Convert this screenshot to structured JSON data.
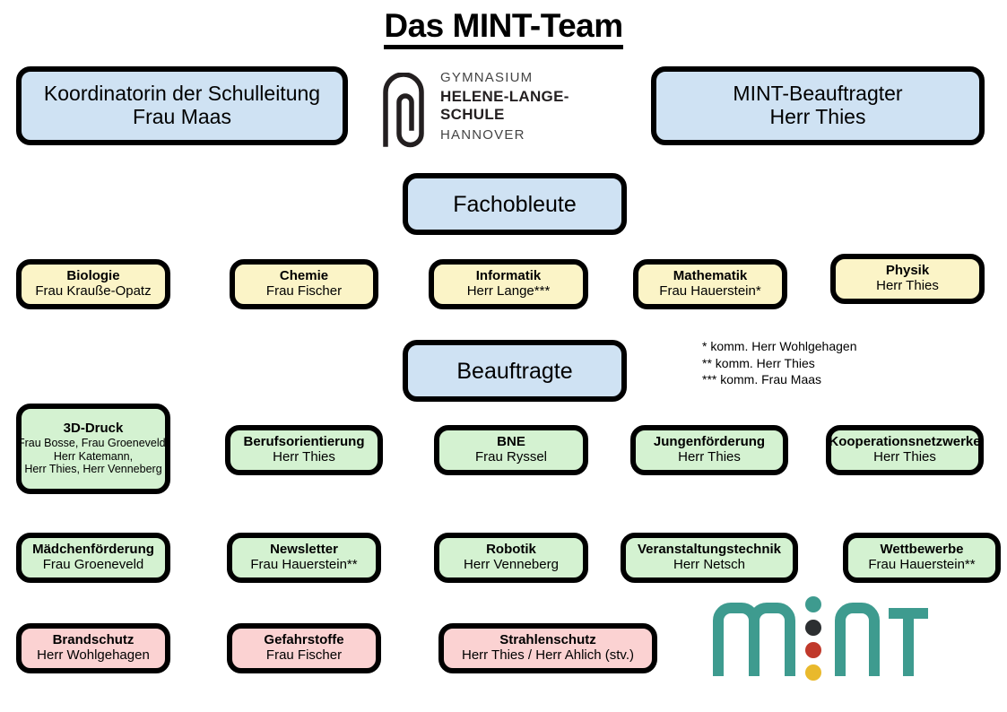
{
  "title": "Das MINT-Team",
  "school_logo": {
    "icon": "paperclip-icon",
    "line1": "GYMNASIUM",
    "line2": "HELENE-LANGE-SCHULE",
    "line3": "HANNOVER"
  },
  "mint_logo": {
    "icon": "mint-logo-icon",
    "text": "mint",
    "colors": {
      "teal": "#3e9b8f",
      "dark": "#2c2f31",
      "red": "#c0392b",
      "yellow": "#e9b92c"
    }
  },
  "colors": {
    "blue": "#cfe2f3",
    "yellow": "#fbf4c7",
    "green": "#d4f2d1",
    "pink": "#fbd2d2",
    "border": "#000000"
  },
  "leadership": [
    {
      "title": "Koordinatorin der Schulleitung",
      "person": "Frau Maas"
    },
    {
      "title": "MINT-Beauftragter",
      "person": "Herr Thies"
    }
  ],
  "sections": [
    {
      "label": "Fachobleute"
    },
    {
      "label": "Beauftragte"
    }
  ],
  "subjects": [
    {
      "title": "Biologie",
      "person": "Frau Krauße-Opatz"
    },
    {
      "title": "Chemie",
      "person": "Frau Fischer"
    },
    {
      "title": "Informatik",
      "person": "Herr Lange***"
    },
    {
      "title": "Mathematik",
      "person": "Frau Hauerstein*"
    },
    {
      "title": "Physik",
      "person": "Herr Thies"
    }
  ],
  "footnotes": [
    "* komm. Herr Wohlgehagen",
    "** komm. Herr Thies",
    "*** komm. Frau Maas"
  ],
  "officers_row1": [
    {
      "title": "3D-Druck",
      "lines": [
        "Frau Bosse, Frau Groeneveld,",
        "Herr Katemann,",
        "Herr Thies, Herr Venneberg"
      ]
    },
    {
      "title": "Berufsorientierung",
      "person": "Herr Thies"
    },
    {
      "title": "BNE",
      "person": "Frau Ryssel"
    },
    {
      "title": "Jungenförderung",
      "person": "Herr Thies"
    },
    {
      "title": "Kooperationsnetzwerke",
      "person": "Herr Thies"
    }
  ],
  "officers_row2": [
    {
      "title": "Mädchenförderung",
      "person": "Frau Groeneveld"
    },
    {
      "title": "Newsletter",
      "person": "Frau Hauerstein**"
    },
    {
      "title": "Robotik",
      "person": "Herr Venneberg"
    },
    {
      "title": "Veranstaltungstechnik",
      "person": "Herr Netsch"
    },
    {
      "title": "Wettbewerbe",
      "person": "Frau Hauerstein**"
    }
  ],
  "safety": [
    {
      "title": "Brandschutz",
      "person": "Herr Wohlgehagen"
    },
    {
      "title": "Gefahrstoffe",
      "person": "Frau Fischer"
    },
    {
      "title": "Strahlenschutz",
      "person": "Herr Thies / Herr Ahlich (stv.)"
    }
  ]
}
